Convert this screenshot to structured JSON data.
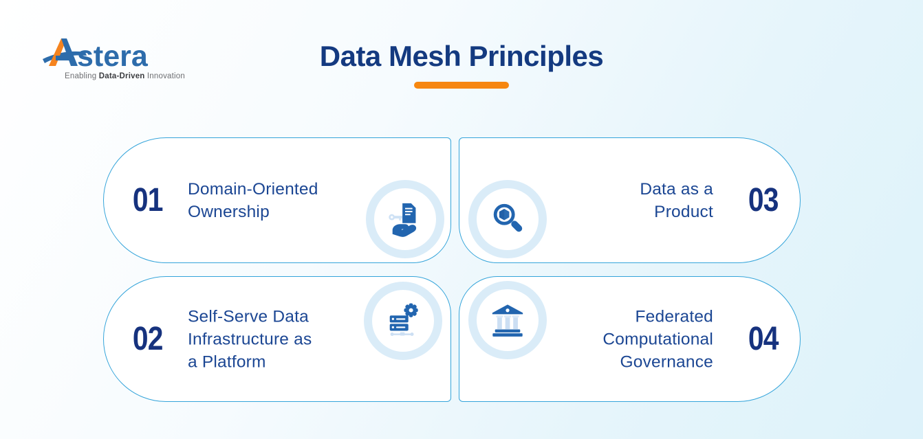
{
  "logo": {
    "brand_rest": "stera",
    "tagline_prefix": "Enabling ",
    "tagline_bold": "Data-Driven",
    "tagline_suffix": " Innovation"
  },
  "header": {
    "title": "Data Mesh Principles"
  },
  "cards": [
    {
      "number": "01",
      "title": "Domain-Oriented\nOwnership",
      "icon": "document-in-hand-icon"
    },
    {
      "number": "02",
      "title": "Self-Serve Data\nInfrastructure as\na Platform",
      "icon": "server-gear-icon"
    },
    {
      "number": "03",
      "title": "Data as a\nProduct",
      "icon": "magnifier-cube-icon"
    },
    {
      "number": "04",
      "title": "Federated\nComputational\nGovernance",
      "icon": "bank-governance-icon"
    }
  ],
  "colors": {
    "title_navy": "#143A80",
    "card_text_navy": "#1B4693",
    "number_navy": "#16327E",
    "icon_blue": "#2265AF",
    "icon_pale_blue": "#CFE2F5",
    "ring_pale_blue": "#DAECF8",
    "card_border_blue": "#34A4DA",
    "accent_orange": "#F6870F",
    "logo_blue": "#2D6CAB",
    "logo_orange": "#F5831F"
  }
}
